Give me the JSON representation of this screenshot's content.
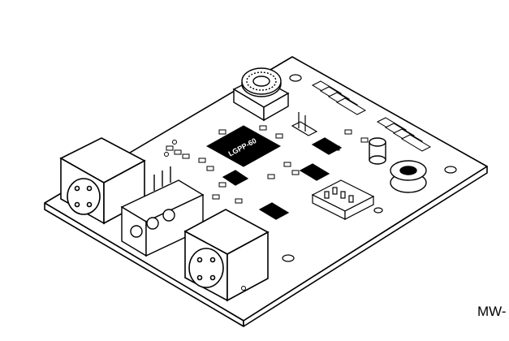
{
  "figure": {
    "subject": "circuit-board-illustration",
    "chip_marking": "LGPP-60",
    "figure_code": "MW-"
  },
  "colors": {
    "line": "#000000",
    "fill": "#ffffff",
    "chip": "#000000"
  }
}
